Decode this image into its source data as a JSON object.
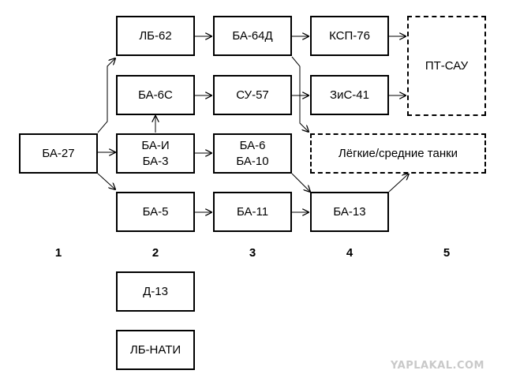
{
  "nodes": {
    "ba27": {
      "lines": [
        "БА-27"
      ]
    },
    "lb62": {
      "lines": [
        "ЛБ-62"
      ]
    },
    "ba6s": {
      "lines": [
        "БА-6С"
      ]
    },
    "bai_ba3": {
      "lines": [
        "БА-И",
        "БА-3"
      ]
    },
    "ba5": {
      "lines": [
        "БА-5"
      ]
    },
    "ba64d": {
      "lines": [
        "БА-64Д"
      ]
    },
    "su57": {
      "lines": [
        "СУ-57"
      ]
    },
    "ba6_ba10": {
      "lines": [
        "БА-6",
        "БА-10"
      ]
    },
    "ba11": {
      "lines": [
        "БА-11"
      ]
    },
    "ksp76": {
      "lines": [
        "КСП-76"
      ]
    },
    "zis41": {
      "lines": [
        "ЗиС-41"
      ]
    },
    "ba13": {
      "lines": [
        "БА-13"
      ]
    },
    "pt_sau": {
      "lines": [
        "ПТ-САУ"
      ]
    },
    "light_medium_tanks": {
      "lines": [
        "Лёгкие/средние танки"
      ]
    },
    "d13": {
      "lines": [
        "Д-13"
      ]
    },
    "lb_nati": {
      "lines": [
        "ЛБ-НАТИ"
      ]
    }
  },
  "edges": [
    [
      "ba27",
      "lb62"
    ],
    [
      "ba27",
      "bai_ba3"
    ],
    [
      "ba27",
      "ba5"
    ],
    [
      "bai_ba3",
      "ba6s"
    ],
    [
      "lb62",
      "ba64d"
    ],
    [
      "ba6s",
      "su57"
    ],
    [
      "bai_ba3",
      "ba6_ba10"
    ],
    [
      "ba5",
      "ba11"
    ],
    [
      "ba64d",
      "ksp76"
    ],
    [
      "ba64d",
      "light_medium_tanks"
    ],
    [
      "su57",
      "zis41"
    ],
    [
      "ba6_ba10",
      "ba13"
    ],
    [
      "ba11",
      "ba13"
    ],
    [
      "ksp76",
      "pt_sau"
    ],
    [
      "zis41",
      "pt_sau"
    ],
    [
      "ba13",
      "light_medium_tanks"
    ]
  ],
  "columns": [
    "1",
    "2",
    "3",
    "4",
    "5"
  ],
  "watermark": "YAPLAKAL.COM"
}
